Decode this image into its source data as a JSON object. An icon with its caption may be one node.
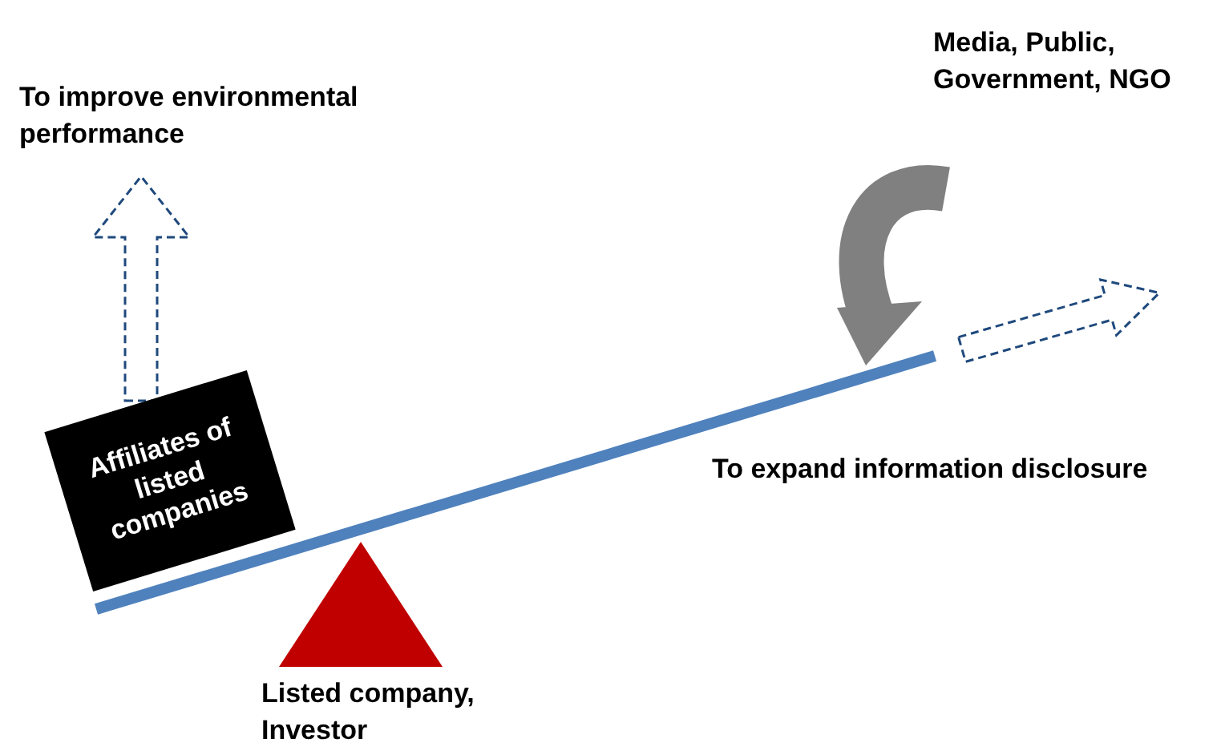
{
  "diagram": {
    "nodes": [
      {
        "text": [
          "Affiliates of listed companies"
        ]
      },
      {
        "text": [],
        "shape": "triangle",
        "beside": [
          "Listed company, Investor"
        ]
      }
    ],
    "labels": [
      "To improve environmental performance",
      "Media, Public, Government, NGO",
      "To expand information disclosure"
    ]
  }
}
